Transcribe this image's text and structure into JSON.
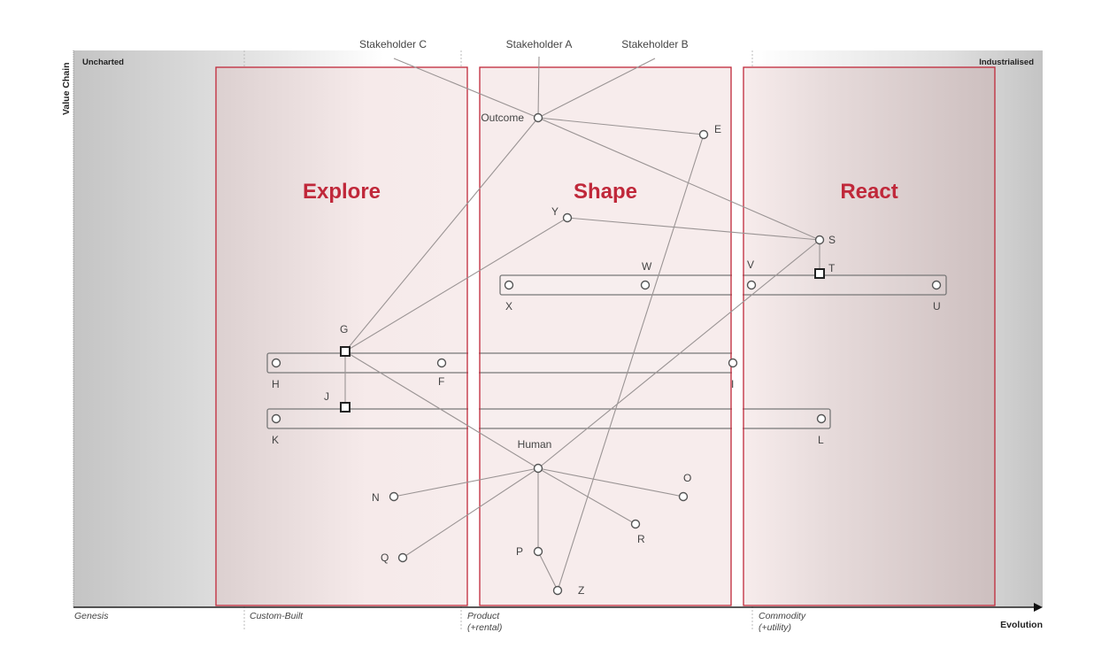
{
  "map": {
    "y_axis_label": "Value Chain",
    "x_axis_label": "Evolution",
    "corner_left": "Uncharted",
    "corner_right": "Industrialised",
    "stages": [
      {
        "line1": "Genesis",
        "line2": ""
      },
      {
        "line1": "Custom-Built",
        "line2": ""
      },
      {
        "line1": "Product",
        "line2": "(+rental)"
      },
      {
        "line1": "Commodity",
        "line2": "(+utility)"
      }
    ],
    "zones": [
      "Explore",
      "Shape",
      "React"
    ],
    "zone_color": "#c0283a",
    "stakeholders": [
      "Stakeholder C",
      "Stakeholder A",
      "Stakeholder B"
    ]
  },
  "nodes": [
    {
      "id": "outcome",
      "label": "Outcome"
    },
    {
      "id": "E",
      "label": "E"
    },
    {
      "id": "Y",
      "label": "Y"
    },
    {
      "id": "S",
      "label": "S"
    },
    {
      "id": "T",
      "label": "T"
    },
    {
      "id": "X",
      "label": "X"
    },
    {
      "id": "W",
      "label": "W"
    },
    {
      "id": "V",
      "label": "V"
    },
    {
      "id": "U",
      "label": "U"
    },
    {
      "id": "G",
      "label": "G"
    },
    {
      "id": "H",
      "label": "H"
    },
    {
      "id": "F",
      "label": "F"
    },
    {
      "id": "I",
      "label": "I"
    },
    {
      "id": "J",
      "label": "J"
    },
    {
      "id": "K",
      "label": "K"
    },
    {
      "id": "L",
      "label": "L"
    },
    {
      "id": "human",
      "label": "Human"
    },
    {
      "id": "N",
      "label": "N"
    },
    {
      "id": "O",
      "label": "O"
    },
    {
      "id": "R",
      "label": "R"
    },
    {
      "id": "Q",
      "label": "Q"
    },
    {
      "id": "P",
      "label": "P"
    },
    {
      "id": "Z",
      "label": "Z"
    }
  ],
  "edges": [
    [
      "stakeholder-c",
      "outcome"
    ],
    [
      "stakeholder-a",
      "outcome"
    ],
    [
      "stakeholder-b",
      "outcome"
    ],
    [
      "outcome",
      "E"
    ],
    [
      "outcome",
      "G"
    ],
    [
      "outcome",
      "S"
    ],
    [
      "Y",
      "S"
    ],
    [
      "Y",
      "G"
    ],
    [
      "S",
      "T"
    ],
    [
      "S",
      "human"
    ],
    [
      "E",
      "Z"
    ],
    [
      "G",
      "J"
    ],
    [
      "G",
      "human"
    ],
    [
      "human",
      "N"
    ],
    [
      "human",
      "O"
    ],
    [
      "human",
      "R"
    ],
    [
      "human",
      "Q"
    ],
    [
      "human",
      "P"
    ],
    [
      "P",
      "Z"
    ]
  ]
}
